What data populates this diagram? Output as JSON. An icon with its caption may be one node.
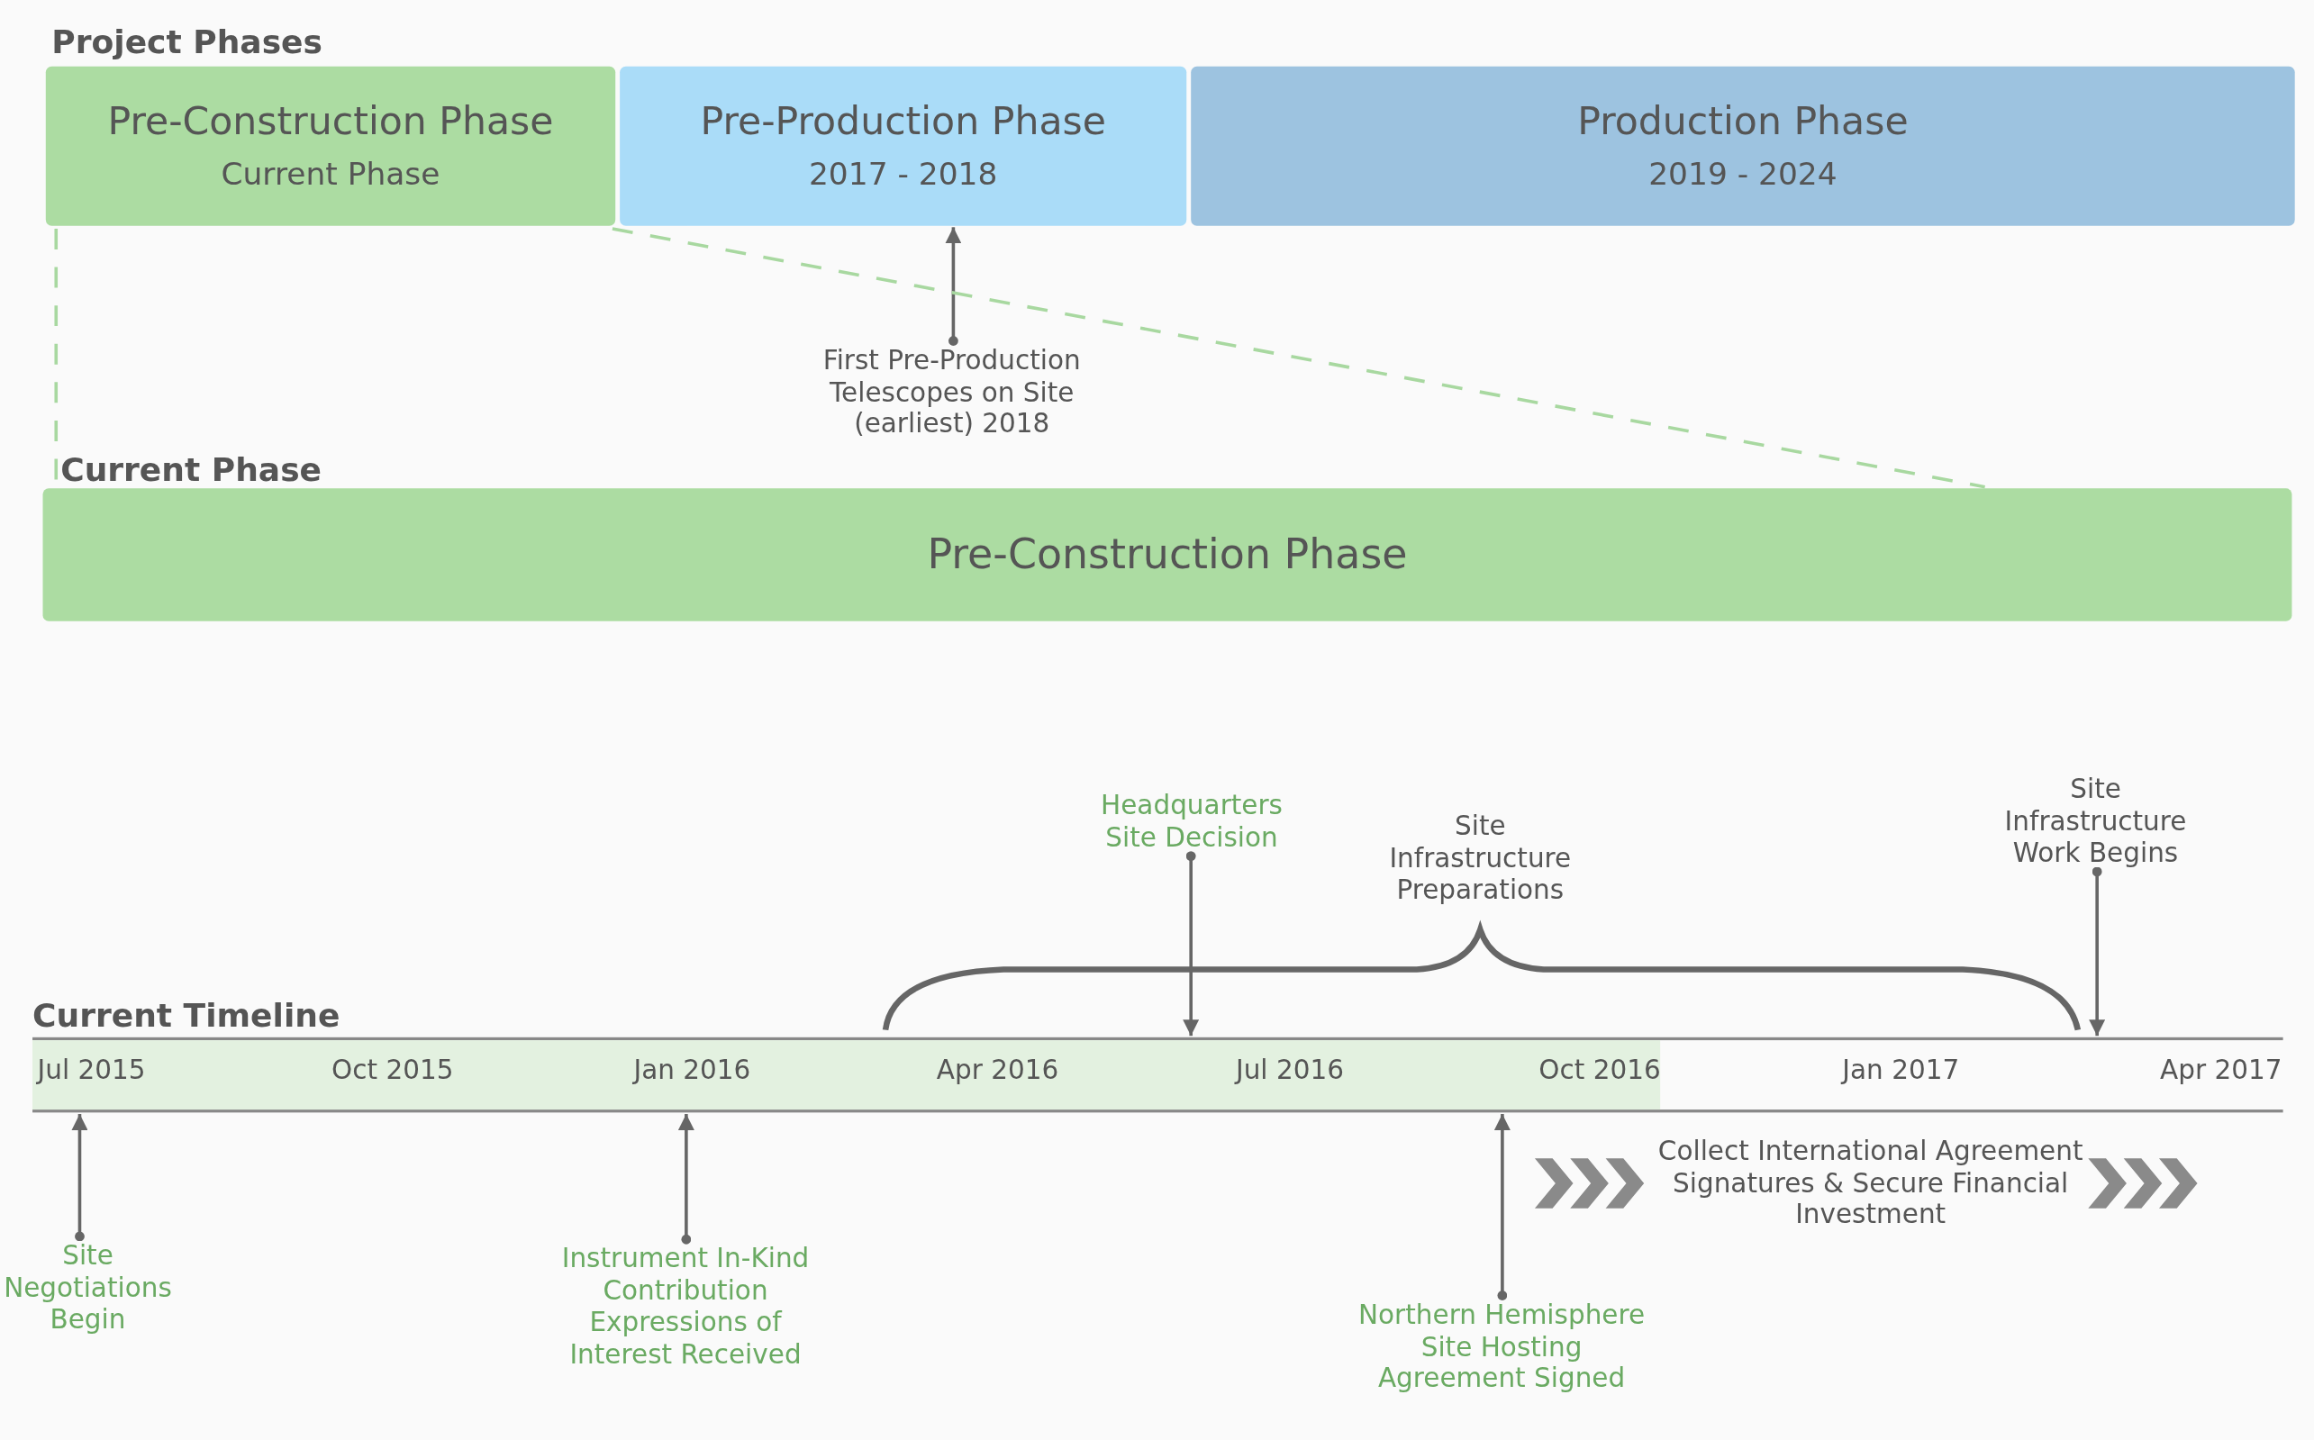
{
  "diagram": {
    "nodes": [
      {
        "text": [
          "Pre-Construction Phase",
          "Current Phase"
        ]
      },
      {
        "text": [
          "Pre-Production Phase",
          "2017 - 2018"
        ]
      },
      {
        "text": [
          "Production Phase",
          "2019 - 2024"
        ]
      },
      {
        "text": [
          "First Pre-Production Telescopes on Site (earliest) 2018"
        ]
      },
      {
        "text": [
          "Pre-Construction Phase"
        ]
      },
      {
        "text": [
          "Current Timeline"
        ]
      },
      {
        "text": [
          "Headquarters Site Decision"
        ]
      },
      {
        "text": [
          "Site Infrastructure Work Begins"
        ]
      },
      {
        "text": [
          "Site Negotiations Begin"
        ]
      },
      {
        "text": [
          "Instrument In-Kind Contribution Expressions of Interest Received"
        ]
      },
      {
        "text": [
          "Northern Hemisphere Site Hosting Agreement Signed"
        ]
      }
    ],
    "edges": [
      {
        "from": 3,
        "to": 1,
        "arrow": "to"
      },
      {
        "from": 0,
        "to": 4,
        "arrow": "none",
        "style": "dashed",
        "color": "#a8d8a0"
      },
      {
        "from": 0,
        "to": 4,
        "arrow": "none",
        "style": "dashed",
        "color": "#a8d8a0"
      },
      {
        "from": 6,
        "to": 5,
        "arrow": "to"
      },
      {
        "from": 7,
        "to": 5,
        "arrow": "to"
      },
      {
        "from": 8,
        "to": 5,
        "arrow": "to"
      },
      {
        "from": 9,
        "to": 5,
        "arrow": "to"
      },
      {
        "from": 10,
        "to": 5,
        "arrow": "to"
      }
    ],
    "labels": [
      "Project Phases",
      "Current Phase",
      "Site Infrastructure Preparations",
      "Jul 2015",
      "Oct 2015",
      "Jan 2016",
      "Apr 2016",
      "Jul 2016",
      "Oct 2016",
      "Jan 2017",
      "Apr 2017",
      "Collect International Agreement Signatures & Secure Financial Investment"
    ]
  }
}
